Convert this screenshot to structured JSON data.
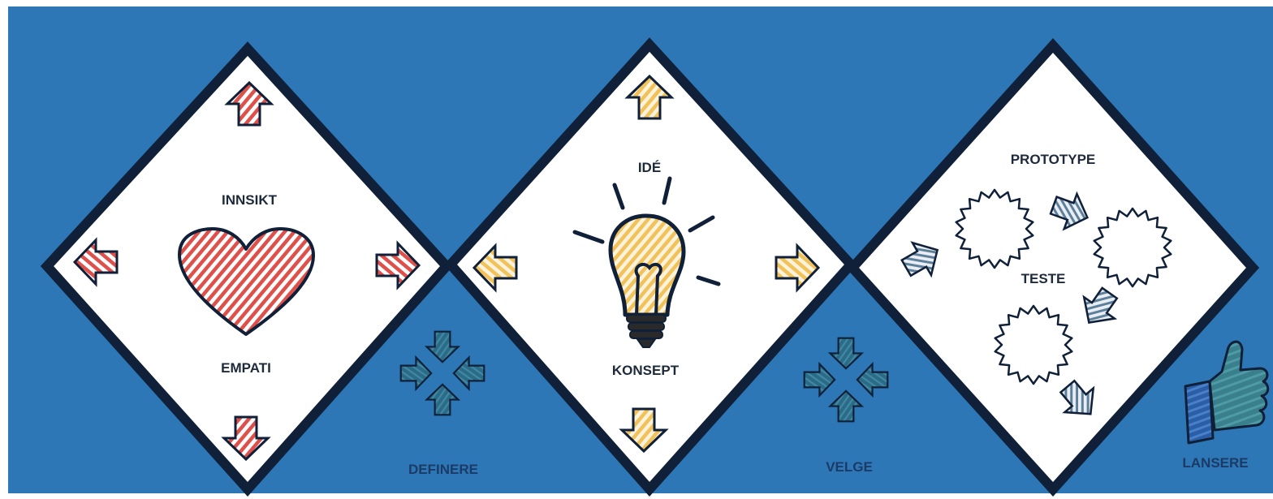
{
  "colors": {
    "background": "#2d77b6",
    "outline": "#0f2038",
    "diamond_fill": "#ffffff",
    "heart_stripe": "#e0504a",
    "idea_stripe": "#f2c25a",
    "proto_stripe": "#5d7f99",
    "converge_fill": "#2c6b86",
    "thumb_fill": "#3a7f8c",
    "label_dark": "#1d2a3a",
    "label_blue": "#1b3b66"
  },
  "diamonds": [
    {
      "top_label": "INNSIKT",
      "bottom_label": "EMPATI",
      "icon": "heart-icon"
    },
    {
      "top_label": "IDÉ",
      "bottom_label": "KONSEPT",
      "icon": "lightbulb-icon"
    },
    {
      "top_label": "PROTOTYPE",
      "middle_label": "TESTE",
      "icon": "starburst-icon"
    }
  ],
  "phases": [
    {
      "label": "DEFINERE",
      "icon": "converge-arrows-icon"
    },
    {
      "label": "VELGE",
      "icon": "converge-arrows-icon"
    },
    {
      "label": "LANSERE",
      "icon": "thumbs-up-icon"
    }
  ]
}
